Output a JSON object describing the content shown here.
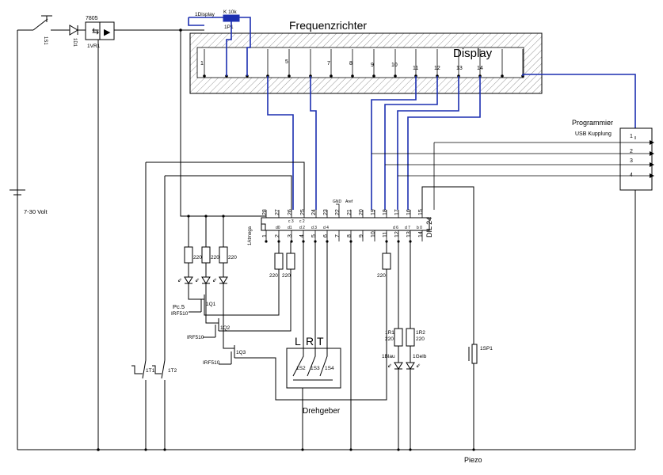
{
  "title": "Frequenzrichter",
  "display": {
    "label": "Display",
    "pins": [
      "1",
      "5",
      "7",
      "8",
      "9",
      "10",
      "11",
      "12",
      "13",
      "14"
    ]
  },
  "supply": {
    "switch": "1S1",
    "diode": "1D1",
    "regulator_name": "7805",
    "regulator_ref": "1VR1",
    "voltage": "7-30 Volt"
  },
  "poti": {
    "display_ref": "1Display",
    "value": "K 10k",
    "ref": "1P1"
  },
  "programmer": {
    "title": "Programmier",
    "subtitle": "USB Kupplung",
    "pins": [
      "1",
      "2",
      "3",
      "4"
    ]
  },
  "ic": {
    "ref": "1Atmega",
    "package": "DIL 24",
    "top_pins": [
      "28",
      "27",
      "26",
      "25",
      "24",
      "23",
      "22",
      "21",
      "20",
      "19",
      "18",
      "17",
      "16",
      "15"
    ],
    "bottom_pins": [
      "1",
      "2",
      "3",
      "4",
      "5",
      "6",
      "7",
      "8",
      "9",
      "10",
      "11",
      "12",
      "13",
      "14"
    ],
    "top_sub": {
      "c3": "c 3",
      "c2": "c 2",
      "gnd": "GND",
      "aref": "Aref"
    },
    "bottom_sub": {
      "d0": "d0",
      "d1": "d1",
      "d2": "d 2",
      "d3": "d 3",
      "d4": "d 4",
      "d6": "d 6",
      "d7": "d 7",
      "b0": "b 0"
    }
  },
  "resistors": {
    "r1": "220",
    "r2": "220",
    "r3": "220",
    "r4": "220",
    "r5": "220",
    "r6": "220"
  },
  "mosfets": {
    "q1": "1Q1",
    "q2": "1Q2",
    "q3": "1Q3",
    "part": "IRF510",
    "pc5": "Pc.5"
  },
  "buttons": {
    "t1": "1T1",
    "t2": "1T2"
  },
  "encoder": {
    "name": "Drehgeber",
    "letters": [
      "L",
      "R",
      "T"
    ],
    "switches": [
      "1S2",
      "1S3",
      "1S4"
    ]
  },
  "leds": {
    "r1_ref": "1R1",
    "r1_val": "220",
    "r2_ref": "1R2",
    "r2_val": "220",
    "blue": "1Blau",
    "yellow": "1Gelb"
  },
  "piezo": {
    "ref": "1SP1",
    "label": "Piezo"
  }
}
